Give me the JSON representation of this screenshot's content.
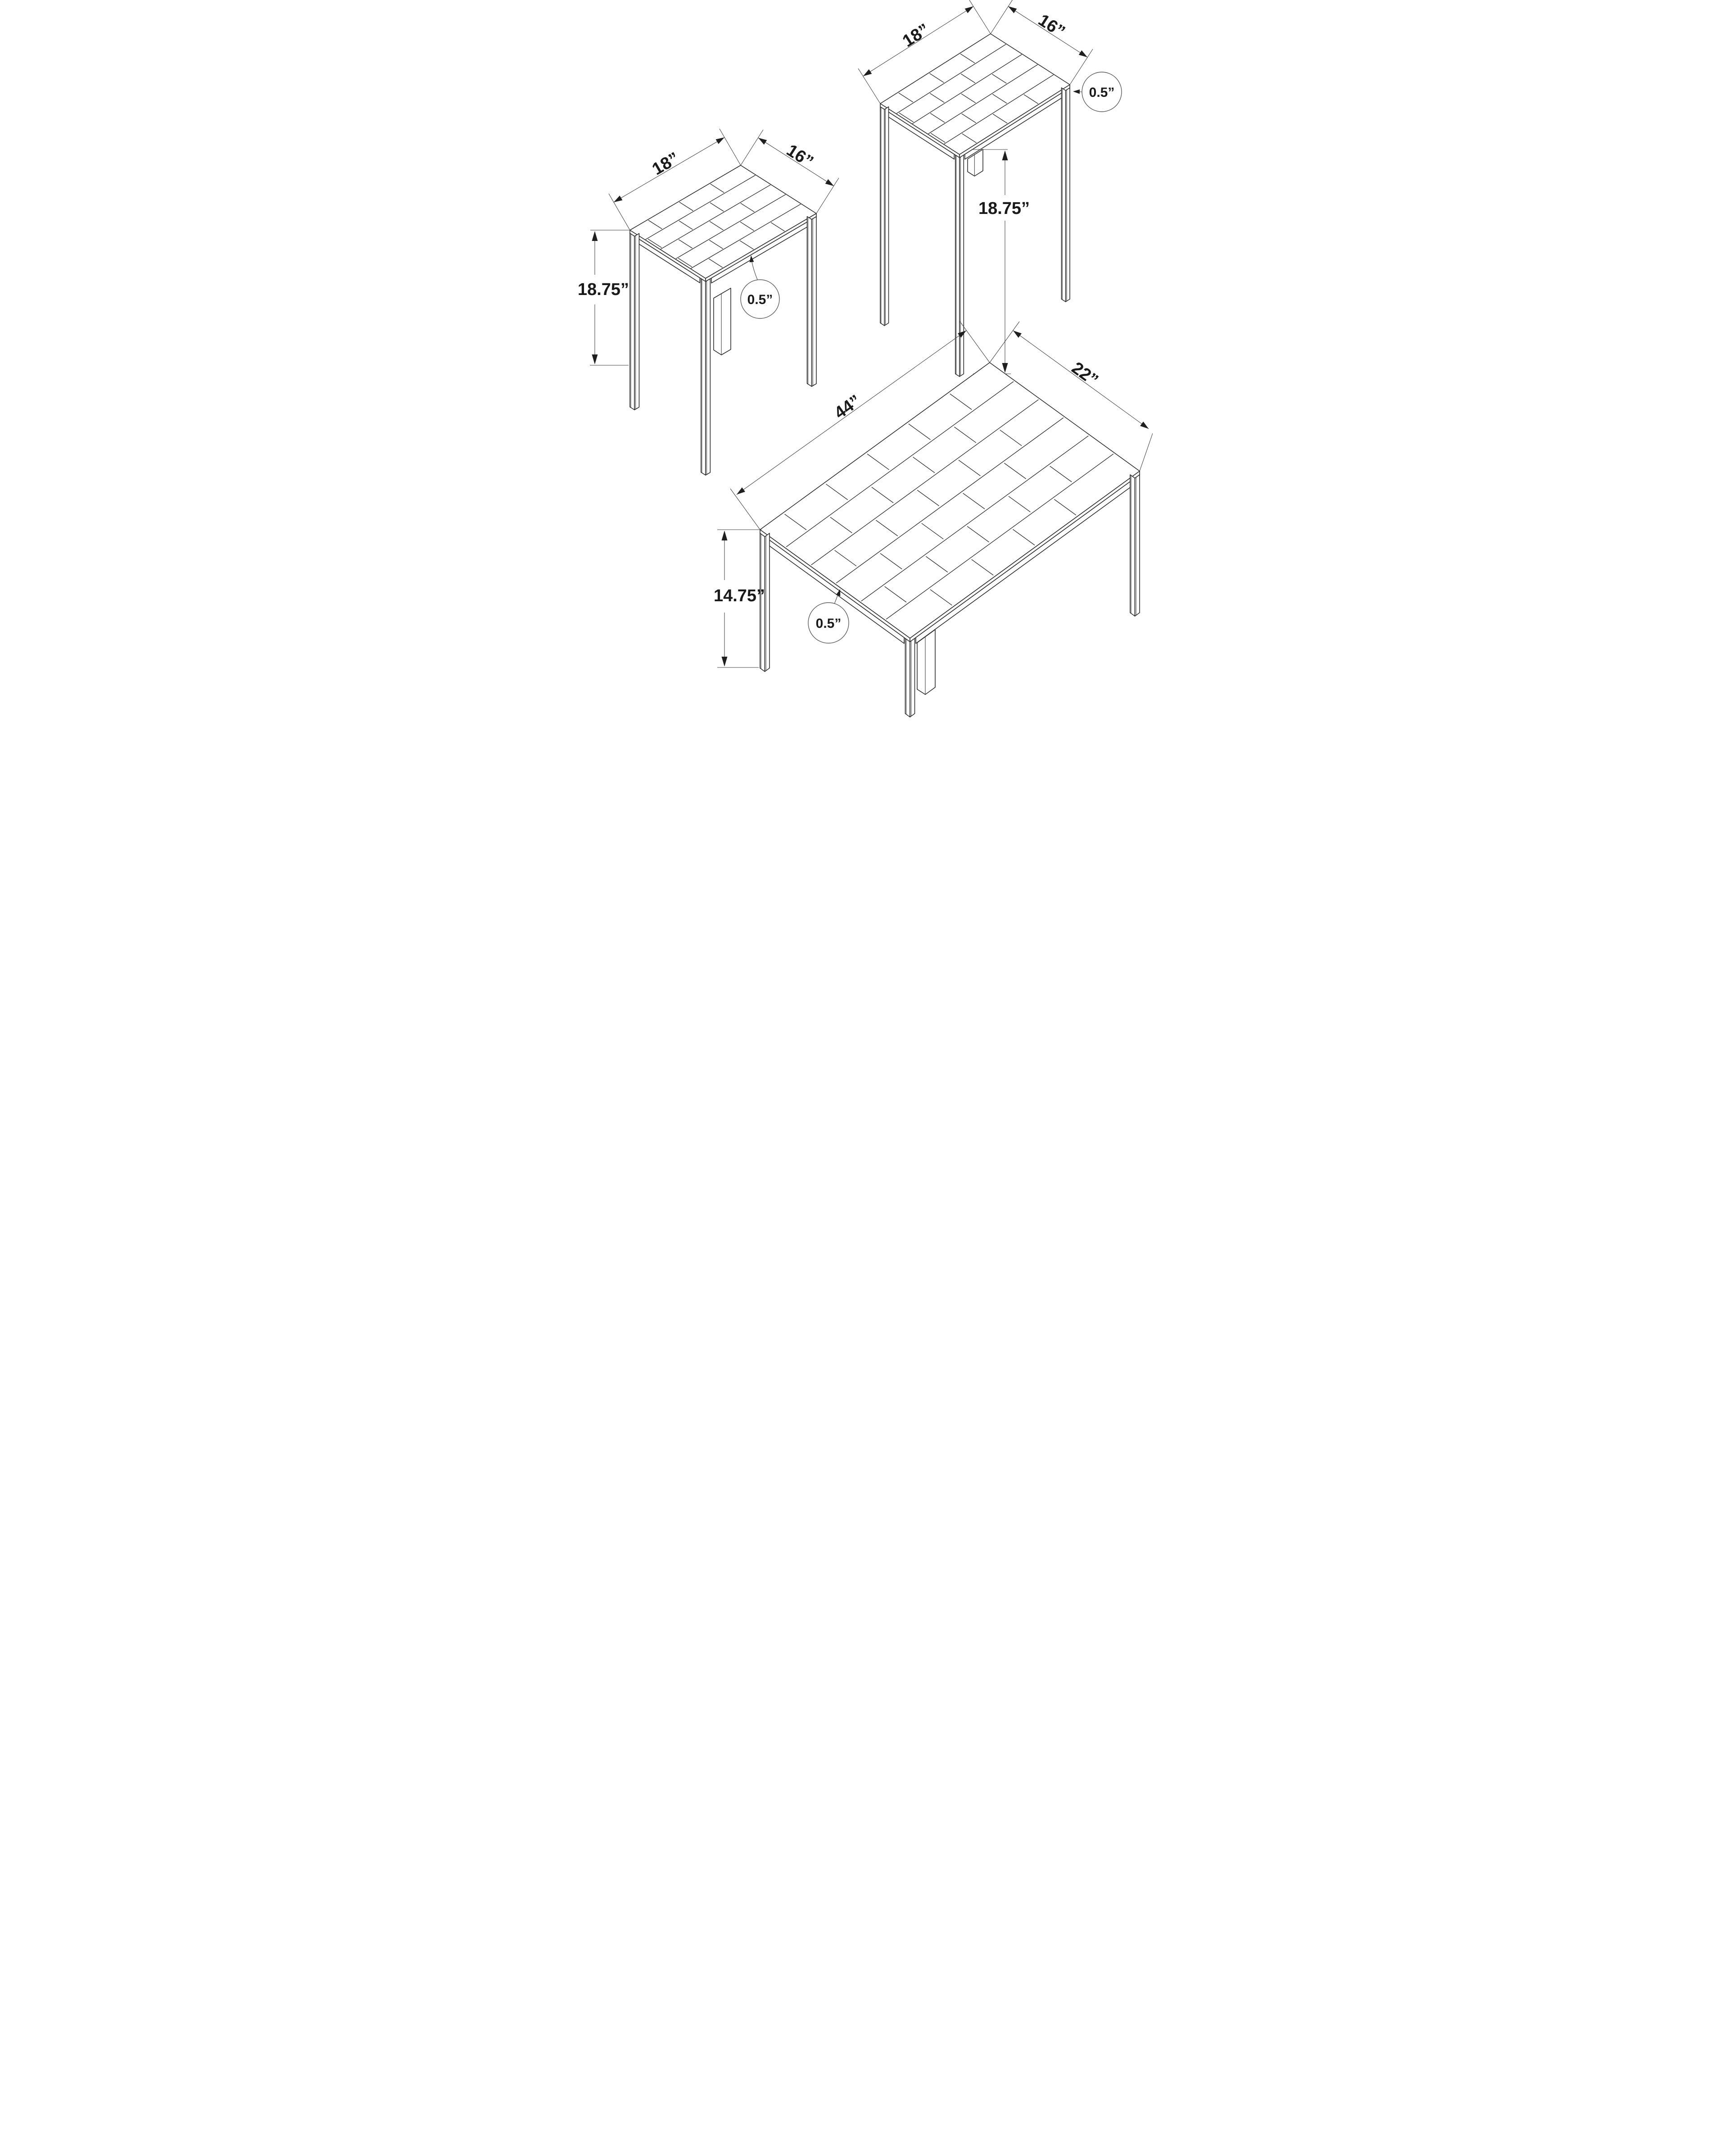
{
  "colors": {
    "background": "#ffffff",
    "line": "#2c2c2c",
    "dim_line": "#474747",
    "arrow": "#1f1f1f",
    "text": "#1a1a1a"
  },
  "diagram": {
    "tables": {
      "end_table_right": {
        "length": "18”",
        "depth": "16”",
        "height": "18.75”",
        "top_thickness": "0.5”"
      },
      "end_table_left": {
        "length": "18”",
        "depth": "16”",
        "height": "18.75”",
        "top_thickness": "0.5”"
      },
      "coffee_table": {
        "length": "44”",
        "depth": "22”",
        "height": "14.75”",
        "top_thickness": "0.5”"
      }
    }
  }
}
